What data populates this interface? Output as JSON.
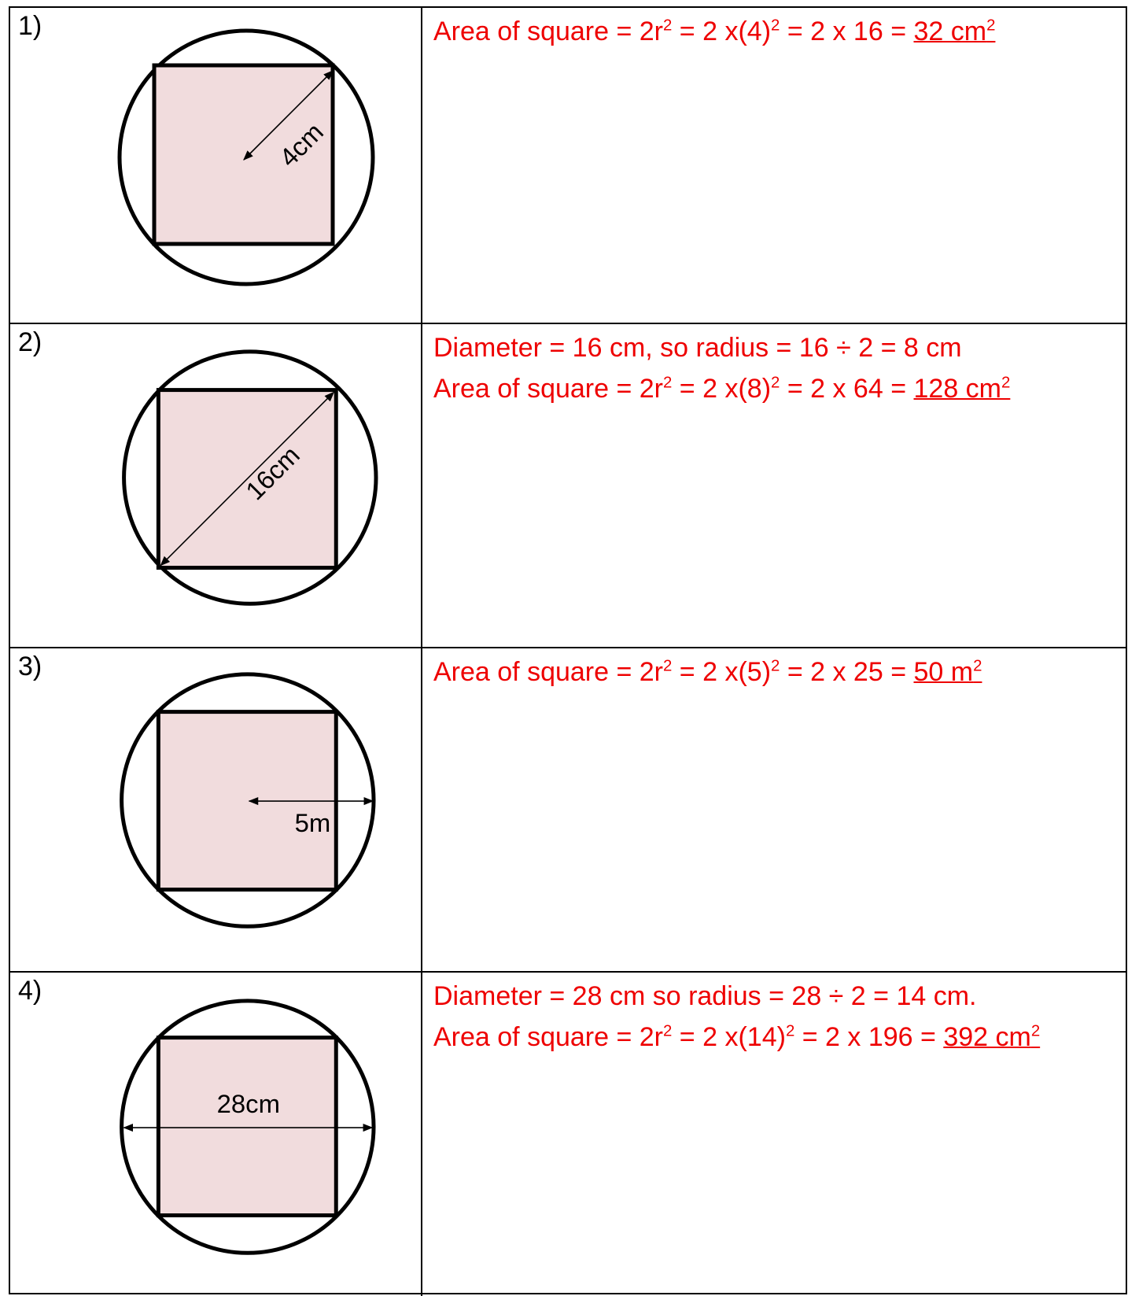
{
  "rows": [
    {
      "number": "1)",
      "measurement": "4cm",
      "lines": [
        {
          "before": "Area of square = 2r",
          "mid": " = 2 x(4)",
          "after": " = 2 x 16 = ",
          "result": "32 cm",
          "sup": "2"
        }
      ]
    },
    {
      "number": "2)",
      "measurement": "16cm",
      "lines": [
        {
          "text": "Diameter = 16 cm, so radius = 16 ÷ 2 = 8 cm"
        },
        {
          "before": "Area of square = 2r",
          "mid": " = 2 x(8)",
          "after": " = 2 x 64 = ",
          "result": "128 cm",
          "sup": "2"
        }
      ]
    },
    {
      "number": "3)",
      "measurement": "5m",
      "lines": [
        {
          "before": "Area of square = 2r",
          "mid": " = 2 x(5)",
          "after": " = 2 x 25 = ",
          "result": "50 m",
          "sup": "2"
        }
      ]
    },
    {
      "number": "4)",
      "measurement": "28cm",
      "lines": [
        {
          "text": "Diameter = 28 cm so radius = 28 ÷ 2 = 14 cm."
        },
        {
          "before": "Area of square = 2r",
          "mid": " = 2 x(14)",
          "after": " = 2 x 196 = ",
          "result": "392 cm",
          "sup": "2"
        }
      ]
    }
  ],
  "colors": {
    "answer": "#ee0000",
    "square_fill": "#f1dcdd",
    "stroke": "#000000"
  }
}
